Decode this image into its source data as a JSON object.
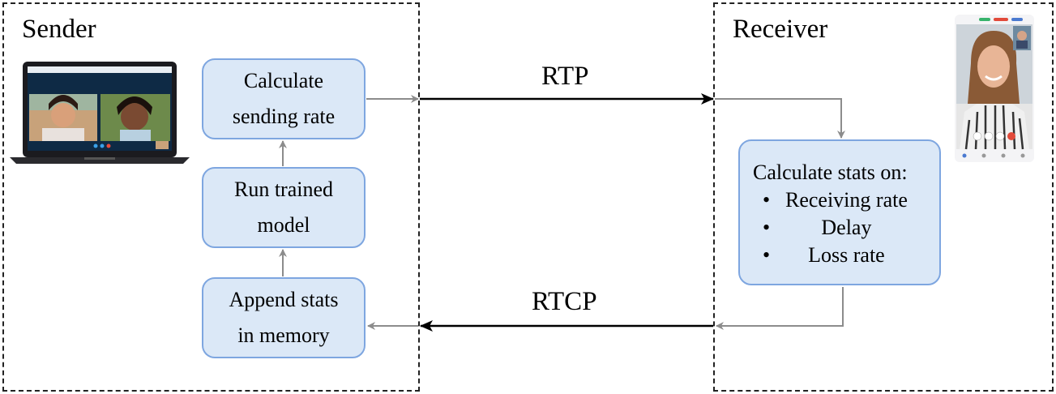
{
  "sender": {
    "title": "Sender"
  },
  "receiver": {
    "title": "Receiver"
  },
  "blocks": {
    "calculate_rate": {
      "line1": "Calculate",
      "line2": "sending rate"
    },
    "run_model": {
      "line1": "Run trained",
      "line2": "model"
    },
    "append_stats": {
      "line1": "Append stats",
      "line2": "in memory"
    },
    "calc_stats": {
      "heading": "Calculate stats on:",
      "items": [
        "Receiving rate",
        "Delay",
        "Loss rate"
      ]
    }
  },
  "links": {
    "rtp": "RTP",
    "rtcp": "RTCP"
  },
  "colors": {
    "box_fill": "#dbe8f7",
    "box_border": "#7ea6e0",
    "gray_arrow": "#8c8c8c",
    "main_arrow": "#000000"
  },
  "icons": {
    "sender_device": "laptop-video-call-icon",
    "receiver_device": "phone-video-call-icon"
  }
}
